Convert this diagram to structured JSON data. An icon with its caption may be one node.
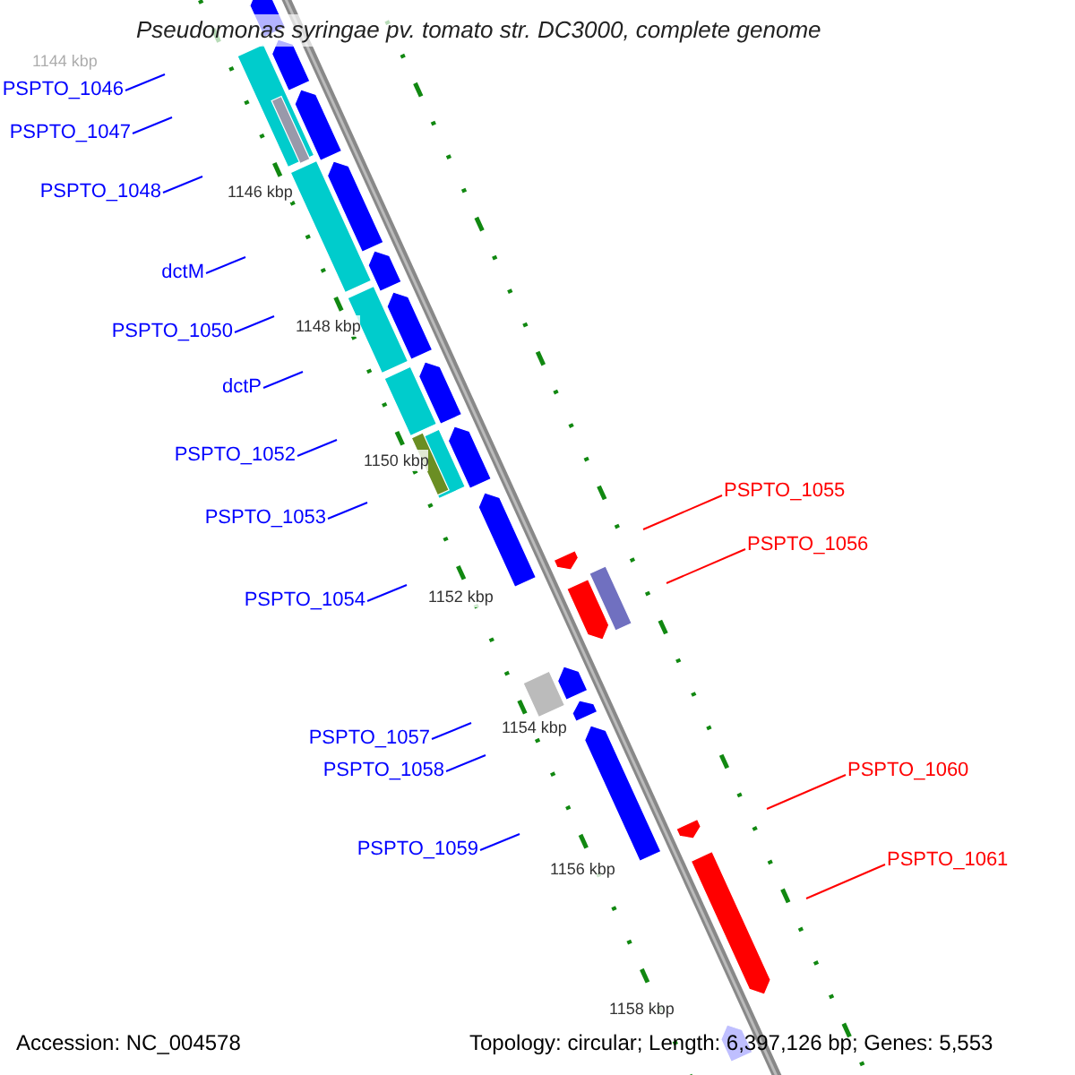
{
  "diagram": {
    "title": "Pseudomonas syringae pv. tomato str. DC3000, complete genome",
    "nodes": [
      {
        "text": [
          "PSPTO_1046"
        ]
      },
      {
        "text": [
          "PSPTO_1047"
        ]
      },
      {
        "text": [
          "PSPTO_1048"
        ]
      },
      {
        "text": [
          "dctM"
        ]
      },
      {
        "text": [
          "PSPTO_1050"
        ]
      },
      {
        "text": [
          "dctP"
        ]
      },
      {
        "text": [
          "PSPTO_1052"
        ]
      },
      {
        "text": [
          "PSPTO_1053"
        ]
      },
      {
        "text": [
          "PSPTO_1054"
        ]
      },
      {
        "text": [
          "PSPTO_1057"
        ]
      },
      {
        "text": [
          "PSPTO_1058"
        ]
      },
      {
        "text": [
          "PSPTO_1059"
        ]
      },
      {
        "text": [
          "PSPTO_1055"
        ]
      },
      {
        "text": [
          "PSPTO_1056"
        ]
      },
      {
        "text": [
          "PSPTO_1060"
        ]
      },
      {
        "text": [
          "PSPTO_1061"
        ]
      }
    ],
    "edges": [
      {
        "from": 0,
        "to": null,
        "arrow": "none"
      },
      {
        "from": 1,
        "to": null,
        "arrow": "none"
      },
      {
        "from": 2,
        "to": null,
        "arrow": "none"
      },
      {
        "from": 3,
        "to": null,
        "arrow": "none"
      },
      {
        "from": 4,
        "to": null,
        "arrow": "none"
      },
      {
        "from": 5,
        "to": null,
        "arrow": "none"
      },
      {
        "from": 6,
        "to": null,
        "arrow": "none"
      },
      {
        "from": 7,
        "to": null,
        "arrow": "none"
      },
      {
        "from": 8,
        "to": null,
        "arrow": "none"
      },
      {
        "from": 9,
        "to": null,
        "arrow": "none"
      },
      {
        "from": 10,
        "to": null,
        "arrow": "none"
      },
      {
        "from": 11,
        "to": null,
        "arrow": "none"
      },
      {
        "from": 12,
        "to": null,
        "arrow": "none",
        "color": "#ff0000"
      },
      {
        "from": 13,
        "to": null,
        "arrow": "none",
        "color": "#ff0000"
      },
      {
        "from": 14,
        "to": null,
        "arrow": "none",
        "color": "#ff0000"
      },
      {
        "from": 15,
        "to": null,
        "arrow": "none",
        "color": "#ff0000"
      }
    ],
    "labels": [
      "1144 kbp",
      "1146 kbp",
      "1148 kbp",
      "1150 kbp",
      "1152 kbp",
      "1154 kbp",
      "1156 kbp",
      "1158 kbp",
      "Accession: NC_004578",
      "Topology: circular; Length: 6,397,126 bp; Genes: 5,553"
    ]
  }
}
